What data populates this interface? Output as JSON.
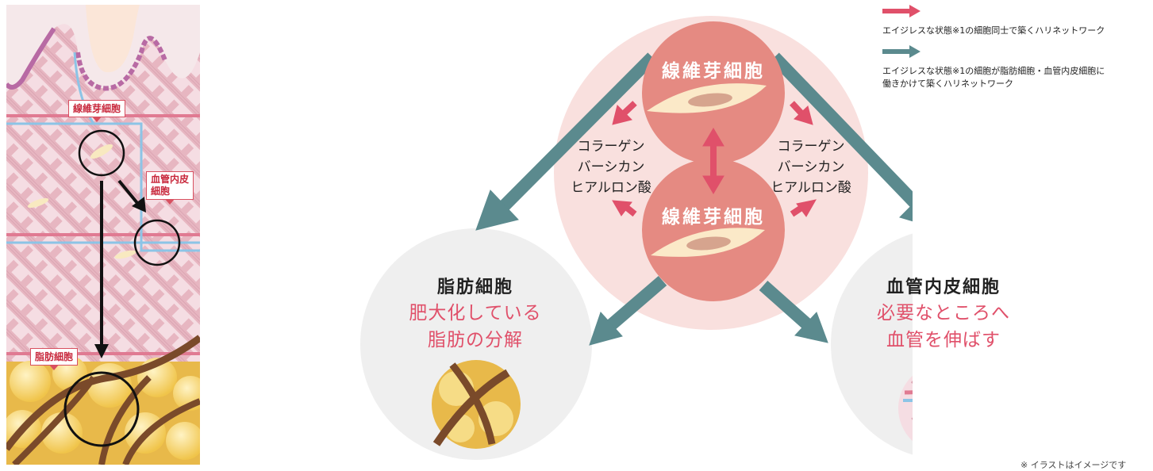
{
  "left_illustration": {
    "labels": {
      "fibroblast": "線維芽細胞",
      "endothelial_line1": "血管内皮",
      "endothelial_line2": "細胞",
      "adipocyte": "脂肪細胞"
    }
  },
  "diagram": {
    "top_cell": "線維芽細胞",
    "middle_cell": "線維芽細胞",
    "products_left": [
      "コラーゲン",
      "バーシカン",
      "ヒアルロン酸"
    ],
    "products_right": [
      "コラーゲン",
      "バーシカン",
      "ヒアルロン酸"
    ],
    "adipocyte": {
      "title": "脂肪細胞",
      "desc_line1": "肥大化している",
      "desc_line2": "脂肪の分解"
    },
    "endothelial": {
      "title": "血管内皮細胞",
      "desc_line1": "必要なところへ",
      "desc_line2": "血管を伸ばす"
    }
  },
  "legend": {
    "pink_arrow_text": "エイジレスな状態※1の細胞同士で築くハリネットワーク",
    "teal_arrow_text_line1": "エイジレスな状態※1の細胞が脂肪細胞・血管内皮細胞に",
    "teal_arrow_text_line2": "働きかけて築くハリネットワーク",
    "pink_color": "#e0506a",
    "teal_color": "#5b8a8e"
  },
  "footnote": "※ イラストはイメージです"
}
